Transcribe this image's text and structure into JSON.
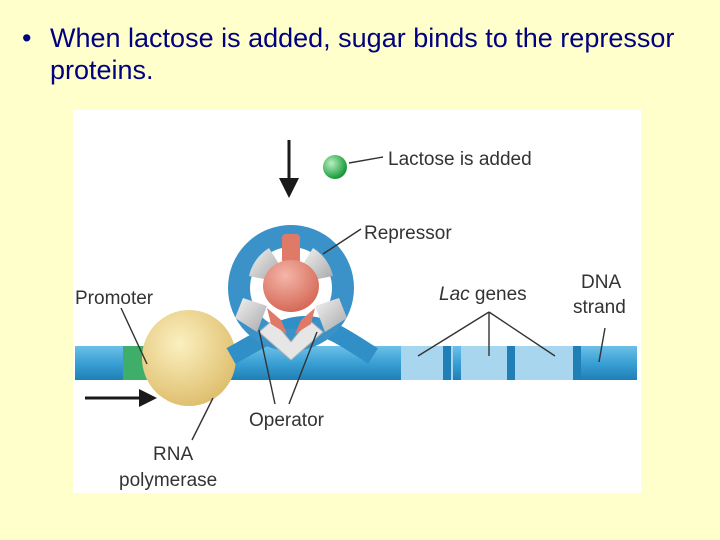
{
  "slide": {
    "bullet_symbol": "•",
    "bullet_text": "When lactose is added, sugar binds to the repressor proteins."
  },
  "diagram": {
    "labels": {
      "lactose": "Lactose is added",
      "repressor": "Repressor",
      "promoter": "Promoter",
      "lac_italic": "Lac",
      "genes": " genes",
      "dna_line1": "DNA",
      "dna_line2": "strand",
      "operator": "Operator",
      "rna_line1": "RNA",
      "rna_line2": "polymerase"
    },
    "colors": {
      "slide_background": "#ffffcc",
      "bullet_text": "#000080",
      "dna_strand": "#3aa0d4",
      "dna_light_segment": "#a8d6ee",
      "promoter_segment": "#3fae6a",
      "rna_polymerase": "#e8cc7a",
      "repressor_head": "#e07a68",
      "repressor_ring": "#3a92c8",
      "lactose_molecule": "#22b04a",
      "arrow": "#1a1a1a",
      "label_text": "#333333"
    }
  }
}
